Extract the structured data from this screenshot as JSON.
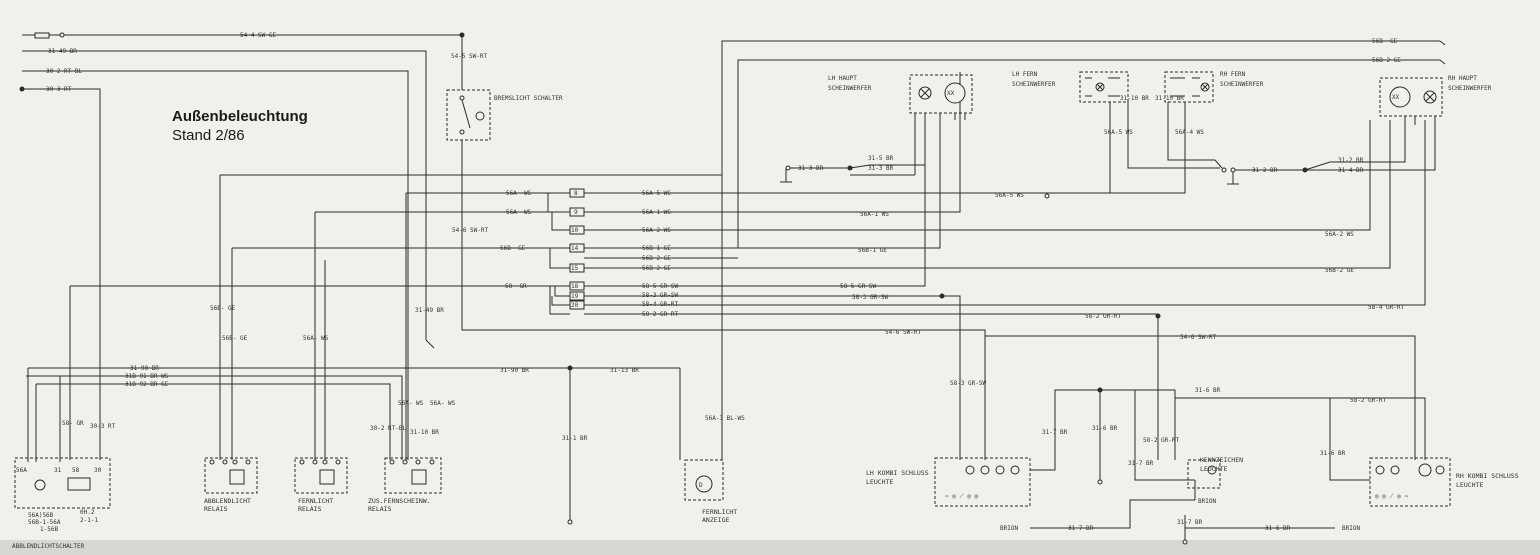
{
  "title": {
    "line1": "Außenbeleuchtung",
    "line2": "Stand 2/86"
  },
  "components": {
    "bremslicht_schalter": "BREMSLICHT SCHALTER",
    "lh_hauptscheinwerfer": "LH HAUPT SCHEINWERFER",
    "lh_fernscheinwerfer": "LH FERN SCHEINWERFER",
    "rh_fernscheinwerfer": "RH FERN SCHEINWERFER",
    "rh_hauptscheinwerfer": "RH HAUPT SCHEINWERFER",
    "abblendlicht_relais": "ABBLENDLICHT RELAIS",
    "fernlicht_relais": "FERNLICHT RELAIS",
    "zus_fernscheinw_relais": "ZUS.FERNSCHEINW. RELAIS",
    "fernlicht_anzeige": "FERNLICHT ANZEIGE",
    "lh_kombi_schlussleuchte": "LH KOMBI SCHLUSS LEUCHTE",
    "kennzeichenleuchte": "KENNZEICHEN LEUCHTE",
    "rh_kombi_schlussleuchte": "RH KOMBI SCHLUSS LEUCHTE",
    "abblendlichtschalter": "ABBLENDLICHTSCHALTER",
    "brion": "BRION"
  },
  "wires": {
    "w_54_4": "54-4 SW-GE",
    "w_31_49": "31-49 BR",
    "w_30_2": "30-2 RT-BL",
    "w_30_3": "30-3 RT",
    "w_54_5": "54-5 SW-RT",
    "w_54_6": "54-6 SW-RT",
    "w_56b_ge": "56B- GE",
    "w_56b_2_ge": "56B-2 GE",
    "w_56a_ws": "56A- WS",
    "w_56a_5_ws": "56A-5 WS",
    "w_56a_1_ws": "56A-1 WS",
    "w_56a_2_ws": "56A-2 WS",
    "w_56b_1_ge": "56B-1 GE",
    "w_58_gr": "58- GR",
    "w_58_5": "58-5 GR-SW",
    "w_58_3": "58-3 GR-SW",
    "w_58_4": "58-4 GR-RT",
    "w_58_2": "58-2 GR-RT",
    "w_31_3": "31-3 BR",
    "w_31_5": "31-5 BR",
    "w_31_10": "31-10 BR",
    "w_56a_4": "56A-4 WS",
    "w_31_2": "31-2 BR",
    "w_31_4": "31-4 BR",
    "w_31_90": "31-90 BR",
    "w_31b_91": "31B-91 BR-WS",
    "w_31b_92": "31B-92 BR-GE",
    "w_31_13": "31-13 BR",
    "w_31_1": "31-1 BR",
    "w_56a_3": "56A-3 BL-WS",
    "w_31_6": "31-6 BR",
    "w_31_7": "31-7 BR",
    "w_56b": "56B- GE",
    "w_56a": "56A- WS",
    "w_58_gr_short": "58- GR",
    "w_30_3_short": "30-3 RT"
  },
  "fuses": [
    "8",
    "9",
    "10",
    "14",
    "15",
    "18",
    "19",
    "20"
  ]
}
